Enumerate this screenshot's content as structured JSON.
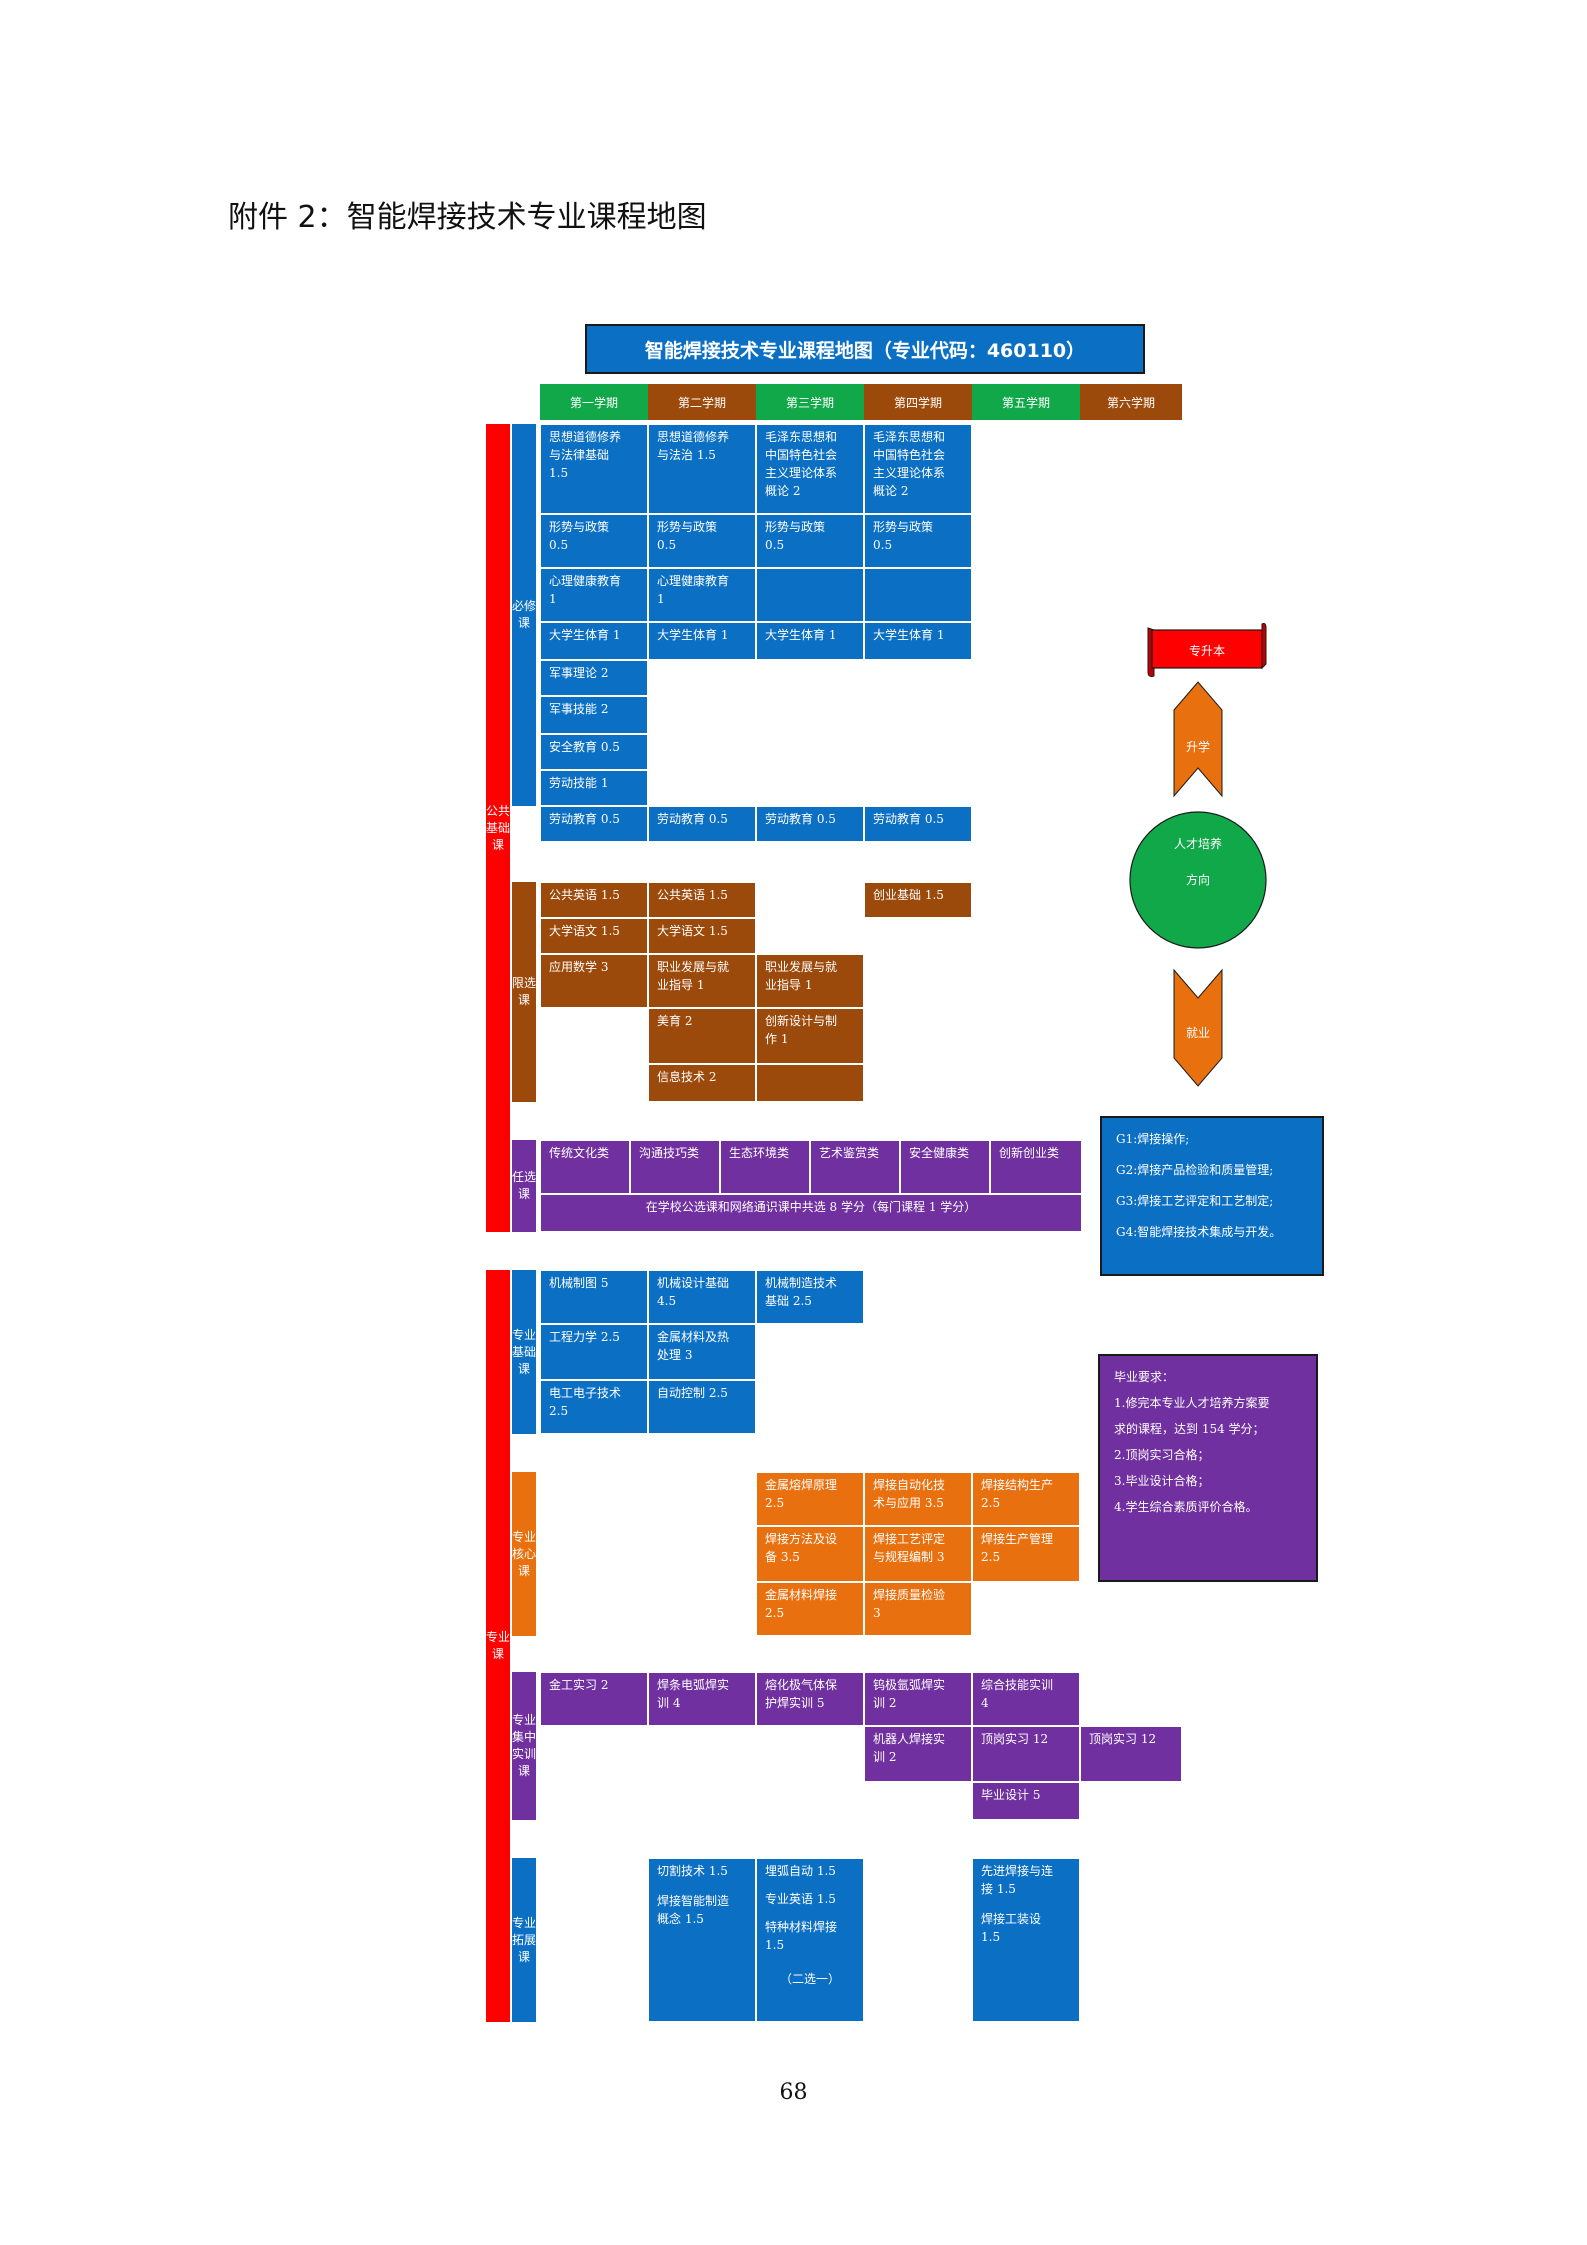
{
  "heading": "附件 2：智能焊接技术专业课程地图",
  "map_title": "智能焊接技术专业课程地图（专业代码：460110）",
  "semesters": [
    "第一学期",
    "第二学期",
    "第三学期",
    "第四学期",
    "第五学期",
    "第六学期"
  ],
  "bars": {
    "public_basic": "公共基础课",
    "required": "必修课",
    "restricted": "限选课",
    "elective": "任选课",
    "professional": "专业课",
    "prof_basic": "专业基础课",
    "prof_core": "专业核心课",
    "prof_practice": "专业集中实训课",
    "prof_extension": "专业拓展课"
  },
  "required": {
    "politics1": [
      "思想道德修养",
      "与法律基础",
      "1.5"
    ],
    "politics2": [
      "思想道德修养",
      "与法治 1.5"
    ],
    "mao3": [
      "毛泽东思想和",
      "中国特色社会",
      "主义理论体系",
      "概论 2"
    ],
    "mao4": [
      "毛泽东思想和",
      "中国特色社会",
      "主义理论体系",
      "概论 2"
    ],
    "policy": [
      "形势与政策",
      "0.5"
    ],
    "mental": [
      "心理健康教育",
      "1"
    ],
    "pe": "大学生体育 1",
    "military_theory": "军事理论 2",
    "military_skill": "军事技能 2",
    "safety": "安全教育  0.5",
    "labor_skill": "劳动技能 1",
    "labor_edu": "劳动教育 0.5"
  },
  "restricted": {
    "english": "公共英语 1.5",
    "chinese": "大学语文 1.5",
    "math": "应用数学 3",
    "career": [
      "职业发展与就",
      "业指导 1"
    ],
    "aesthetic": "美育 2",
    "innovation": [
      "创新设计与制",
      "作 1"
    ],
    "it": "信息技术 2",
    "startup": "创业基础 1.5"
  },
  "elective": {
    "items": [
      "传统文化类",
      "沟通技巧类",
      "生态环境类",
      "艺术鉴赏类",
      "安全健康类",
      "创新创业类"
    ],
    "note": "在学校公选课和网络通识课中共选 8 学分（每门课程 1 学分）"
  },
  "prof_basic": {
    "drawing": "机械制图 5",
    "design": [
      "机械设计基础",
      "4.5"
    ],
    "manufacturing": [
      "机械制造技术",
      "基础 2.5"
    ],
    "mechanics": "工程力学 2.5",
    "materials": [
      "金属材料及热",
      "处理 3"
    ],
    "electronics": [
      "电工电子技术",
      "2.5"
    ],
    "control": "自动控制 2.5"
  },
  "prof_core": {
    "melting": [
      "金属熔焊原理",
      "2.5"
    ],
    "automation": [
      "焊接自动化技",
      "术与应用 3.5"
    ],
    "structure": [
      "焊接结构生产",
      "2.5"
    ],
    "methods": [
      "焊接方法及设",
      "备 3.5"
    ],
    "process": [
      "焊接工艺评定",
      "与规程编制 3"
    ],
    "production": [
      "焊接生产管理",
      "2.5"
    ],
    "weldability": [
      "金属材料焊接",
      "2.5"
    ],
    "quality": [
      "焊接质量检验",
      "3"
    ]
  },
  "prof_practice": {
    "metalwork": "金工实习 2",
    "arc": [
      "焊条电弧焊实",
      "训 4"
    ],
    "mig": [
      "熔化极气体保",
      "护焊实训 5"
    ],
    "tig": [
      "钨极氩弧焊实",
      "训 2"
    ],
    "comprehensive": [
      "综合技能实训",
      "4"
    ],
    "robot": [
      "机器人焊接实",
      "训 2"
    ],
    "internship5": "顶岗实习 12",
    "internship6": "顶岗实习 12",
    "graduation": "毕业设计 5"
  },
  "prof_extension": {
    "cutting": "切割技术 1.5",
    "smart": [
      "焊接智能制造",
      "概念 1.5"
    ],
    "submerged": "埋弧自动 1.5",
    "english": "专业英语 1.5",
    "special": [
      "特种材料焊接",
      "1.5"
    ],
    "choose": "（二选一）",
    "advanced": [
      "先进焊接与连",
      "接 1.5"
    ],
    "fixture": [
      "焊接工装设",
      "1.5"
    ]
  },
  "side": {
    "upgrade": "专升本",
    "study": "升学",
    "talent": [
      "人才培养",
      "方向"
    ],
    "employ": "就业",
    "goals": [
      "G1:焊接操作;",
      "G2:焊接产品检验和质量管理;",
      "G3:焊接工艺评定和工艺制定;",
      "G4:智能焊接技术集成与开发。"
    ],
    "requirements": [
      "毕业要求：",
      "1.修完本专业人才培养方案要",
      "求的课程，达到 154 学分；",
      "2.顶岗实习合格；",
      "3.毕业设计合格；",
      "4.学生综合素质评价合格。"
    ]
  },
  "page_number": "68",
  "colors": {
    "blue": "#0b6fc4",
    "brown": "#9c4a0b",
    "purple": "#7030a0",
    "orange": "#e8700f",
    "green": "#11a84a",
    "red": "#ff0000"
  }
}
